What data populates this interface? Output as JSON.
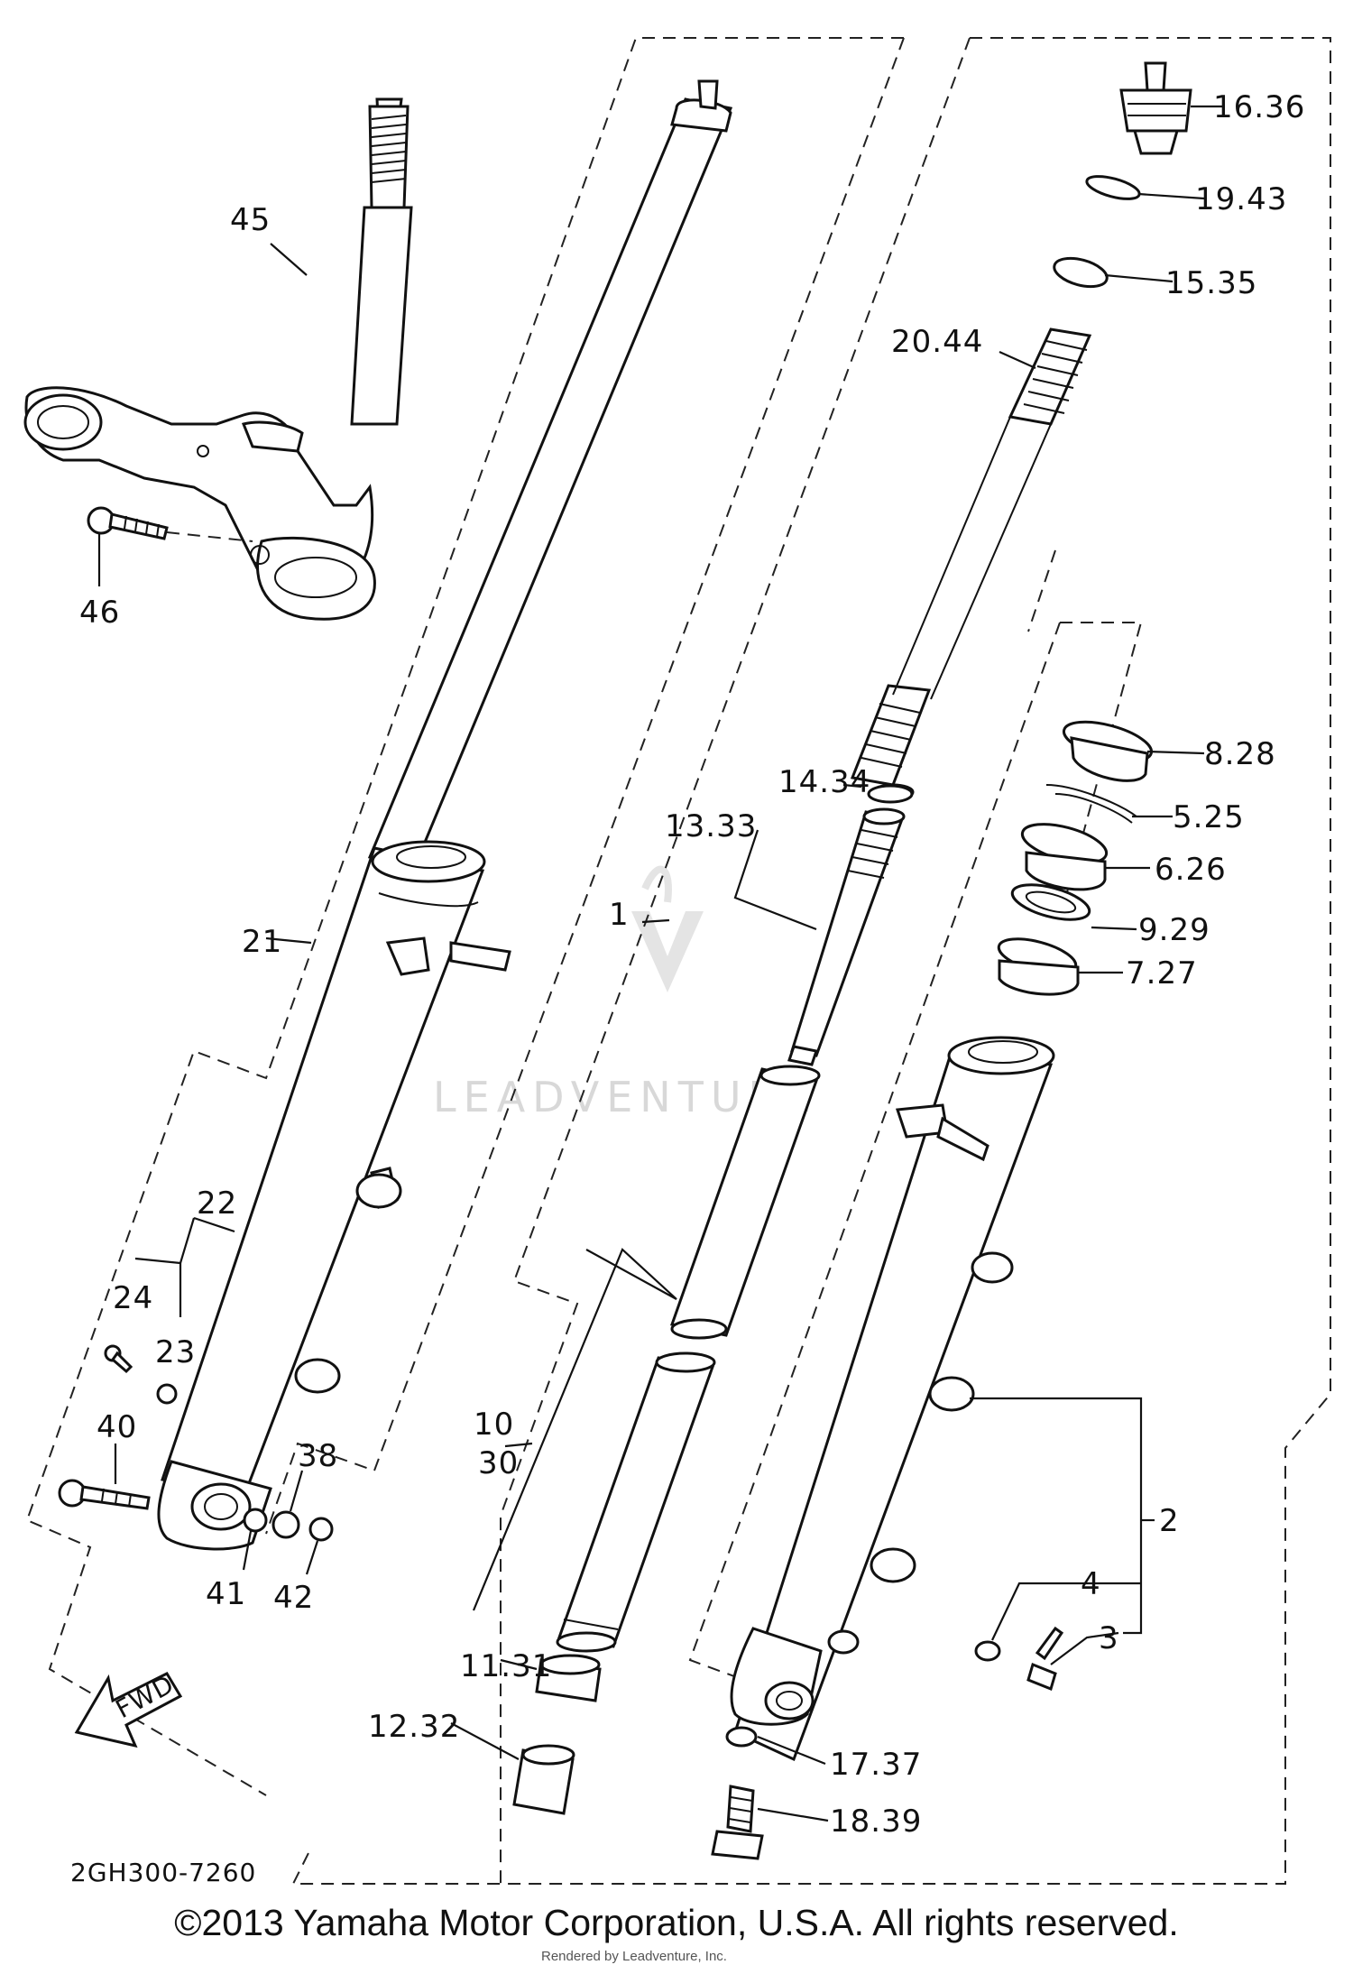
{
  "diagram": {
    "code": "2GH300-7260",
    "watermark": "LEADVENTURE",
    "fwd_label": "FWD",
    "labels": {
      "l45": "45",
      "l46": "46",
      "l21": "21",
      "l22": "22",
      "l23": "23",
      "l24": "24",
      "l40": "40",
      "l38": "38",
      "l41": "41",
      "l42": "42",
      "l1": "1",
      "l10": "10",
      "l30": "30",
      "l11_31": "11.31",
      "l12_32": "12.32",
      "l13_33": "13.33",
      "l14_34": "14.34",
      "l16_36": "16.36",
      "l19_43": "19.43",
      "l15_35": "15.35",
      "l20_44": "20.44",
      "l8_28": "8.28",
      "l5_25": "5.25",
      "l6_26": "6.26",
      "l9_29": "9.29",
      "l7_27": "7.27",
      "l2": "2",
      "l4": "4",
      "l3": "3",
      "l17_37": "17.37",
      "l18_39": "18.39"
    }
  },
  "footer": {
    "copyright": "©2013 Yamaha Motor Corporation, U.S.A. All rights reserved.",
    "credit": "Rendered by Leadventure, Inc."
  }
}
